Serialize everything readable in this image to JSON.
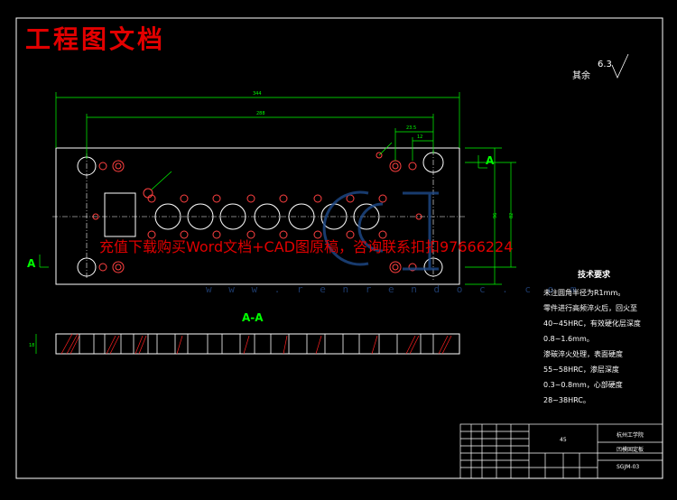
{
  "title": "工程图文档",
  "watermark": {
    "text": "充值下载购买Word文档+CAD图原稿，咨询联系扣扣97666224",
    "url": "w w w . r e n r e n d o c . c o m"
  },
  "roughness": {
    "label": "其余",
    "value": "6.3"
  },
  "section_label": "A-A",
  "section_mark": "A",
  "tech_requirements": {
    "title": "技术要求",
    "lines": [
      "未注圆角半径为R1mm。",
      "零件进行高频淬火后，回火至",
      "40~45HRC，有效硬化层深度",
      "0.8~1.6mm。",
      "渗碳淬火处理，表面硬度",
      "55~58HRC，渗层深度",
      "0.3~0.8mm，心部硬度",
      "28~38HRC。"
    ]
  },
  "title_block": {
    "school": "杭州工学院",
    "part_name": "凹模固定板",
    "drawing_no": "SGJM-03",
    "material": "45"
  },
  "colors": {
    "background": "#000000",
    "frame": "#ffffff",
    "geometry": "#ffffff",
    "holes": "#ff3333",
    "dimension": "#00ff00",
    "title": "#e30000",
    "hatch": "#ff0000"
  }
}
